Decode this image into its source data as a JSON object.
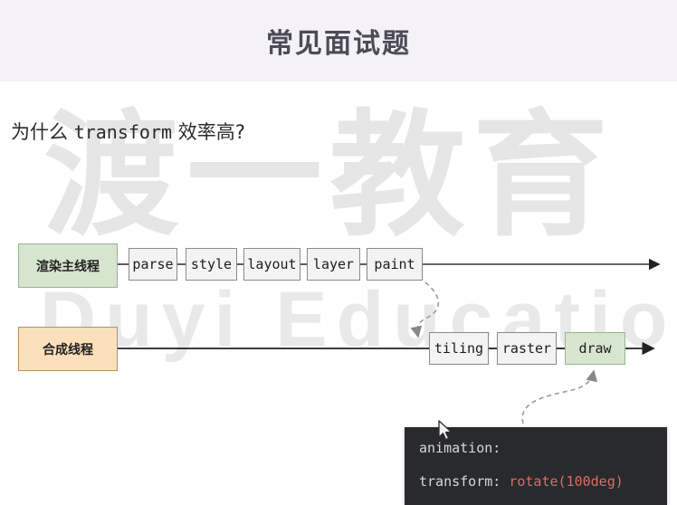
{
  "header": {
    "title": "常见面试题",
    "bg": "#f4f1f8"
  },
  "watermark": {
    "line1": "渡一教育",
    "line2": "Duyi Education"
  },
  "question": {
    "prefix": "为什么 ",
    "keyword": "transform",
    "suffix": " 效率高?"
  },
  "diagram": {
    "rows": [
      {
        "thread_label": "渲染主线程",
        "thread_color": "#d6e5cd",
        "stages": [
          "parse",
          "style",
          "layout",
          "layer",
          "paint"
        ]
      },
      {
        "thread_label": "合成线程",
        "thread_color": "#fae0bb",
        "stages": [
          "tiling",
          "raster",
          "draw"
        ],
        "highlight_stage": "draw",
        "highlight_color": "#d7e6cf"
      }
    ]
  },
  "code_tooltip": {
    "line1_prop": "animation:",
    "line2_prop": "transform:",
    "line2_value": "rotate(100deg)",
    "value_color": "#e06c5f",
    "bg": "#282a2e"
  },
  "cursor": {
    "icon": "mouse-pointer"
  }
}
